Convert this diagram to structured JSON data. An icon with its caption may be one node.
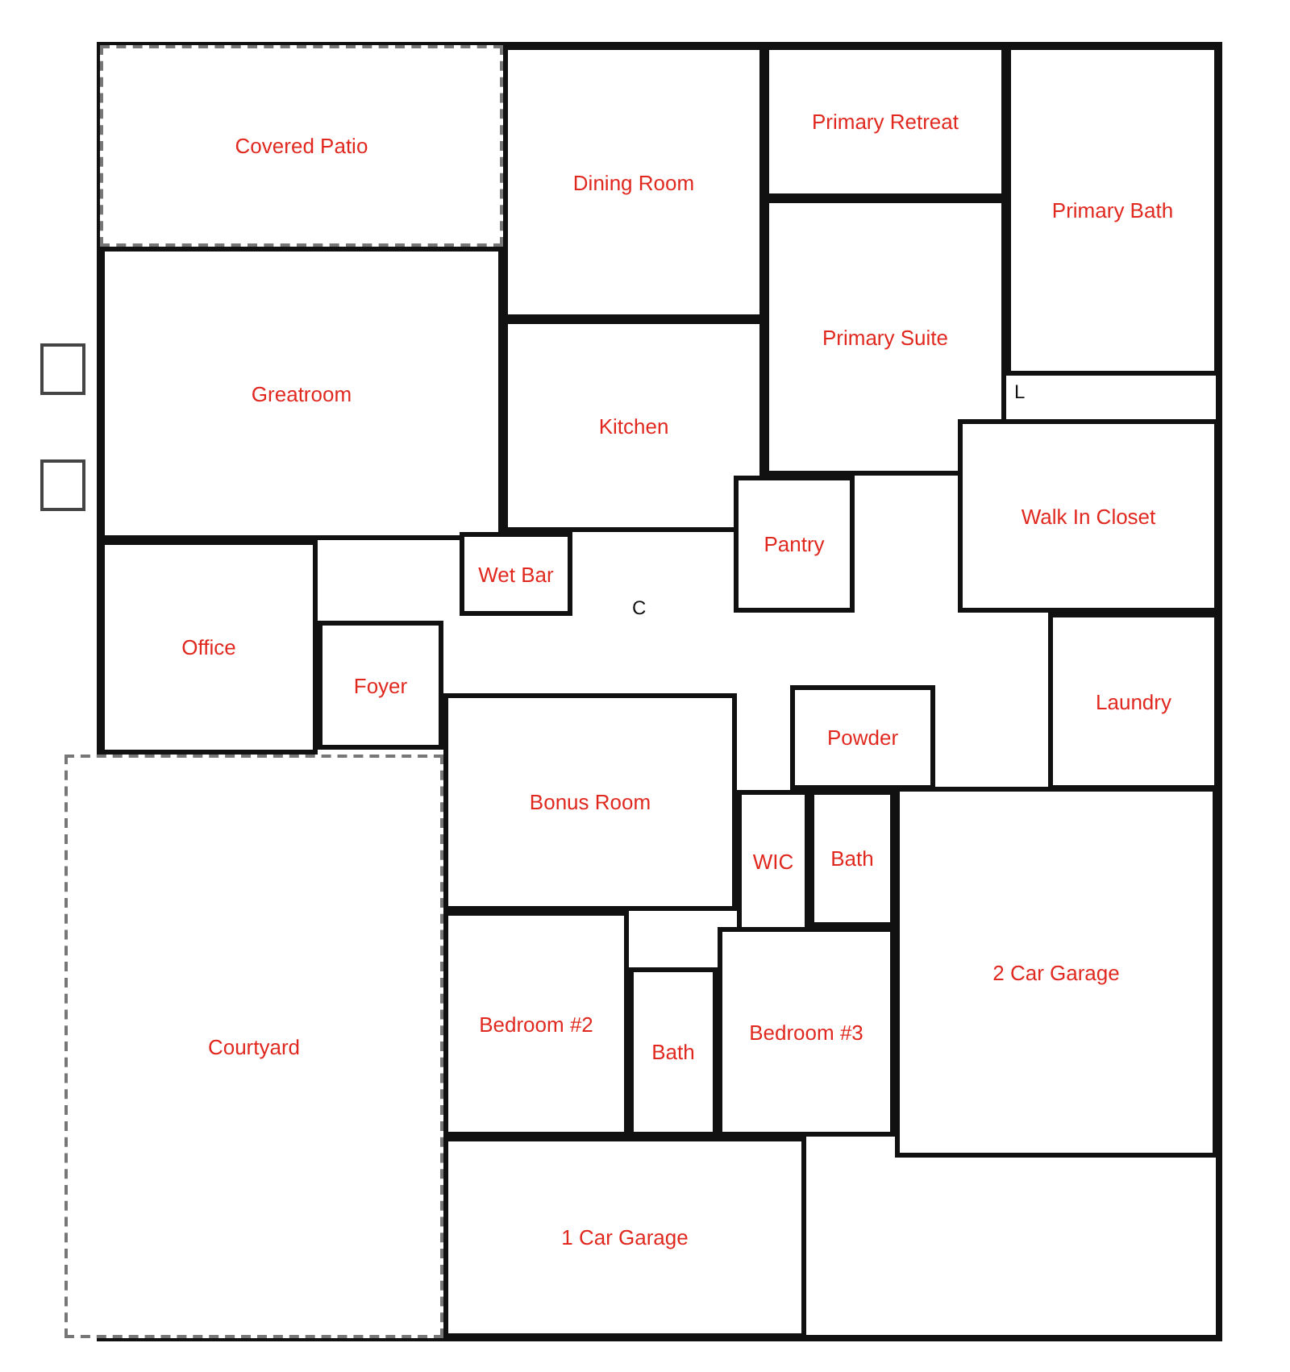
{
  "diagram": {
    "nodes": [
      {
        "text": [
          "Covered Patio"
        ]
      },
      {
        "text": [
          "Dining Room"
        ]
      },
      {
        "text": [
          "Primary Retreat"
        ]
      },
      {
        "text": [
          "Primary Bath"
        ]
      },
      {
        "text": [
          "Greatroom"
        ]
      },
      {
        "text": [
          "Primary Suite"
        ]
      },
      {
        "text": [
          "Kitchen"
        ]
      },
      {
        "text": [
          "Walk In Closet"
        ]
      },
      {
        "text": [
          "Office"
        ]
      },
      {
        "text": [
          "Wet Bar"
        ]
      },
      {
        "text": [
          "Pantry"
        ]
      },
      {
        "text": [
          "Foyer"
        ]
      },
      {
        "text": [
          "Laundry"
        ]
      },
      {
        "text": [
          "Bonus Room"
        ]
      },
      {
        "text": [
          "Powder"
        ]
      },
      {
        "text": [
          "WIC"
        ]
      },
      {
        "text": [
          "Bath"
        ]
      },
      {
        "text": [
          "2 Car Garage"
        ]
      },
      {
        "text": [
          "Courtyard"
        ]
      },
      {
        "text": [
          "Bedroom #2"
        ]
      },
      {
        "text": [
          "Bath"
        ]
      },
      {
        "text": [
          "Bedroom #3"
        ]
      },
      {
        "text": [
          "1 Car Garage"
        ]
      }
    ],
    "labels": [
      "C",
      "L"
    ]
  }
}
